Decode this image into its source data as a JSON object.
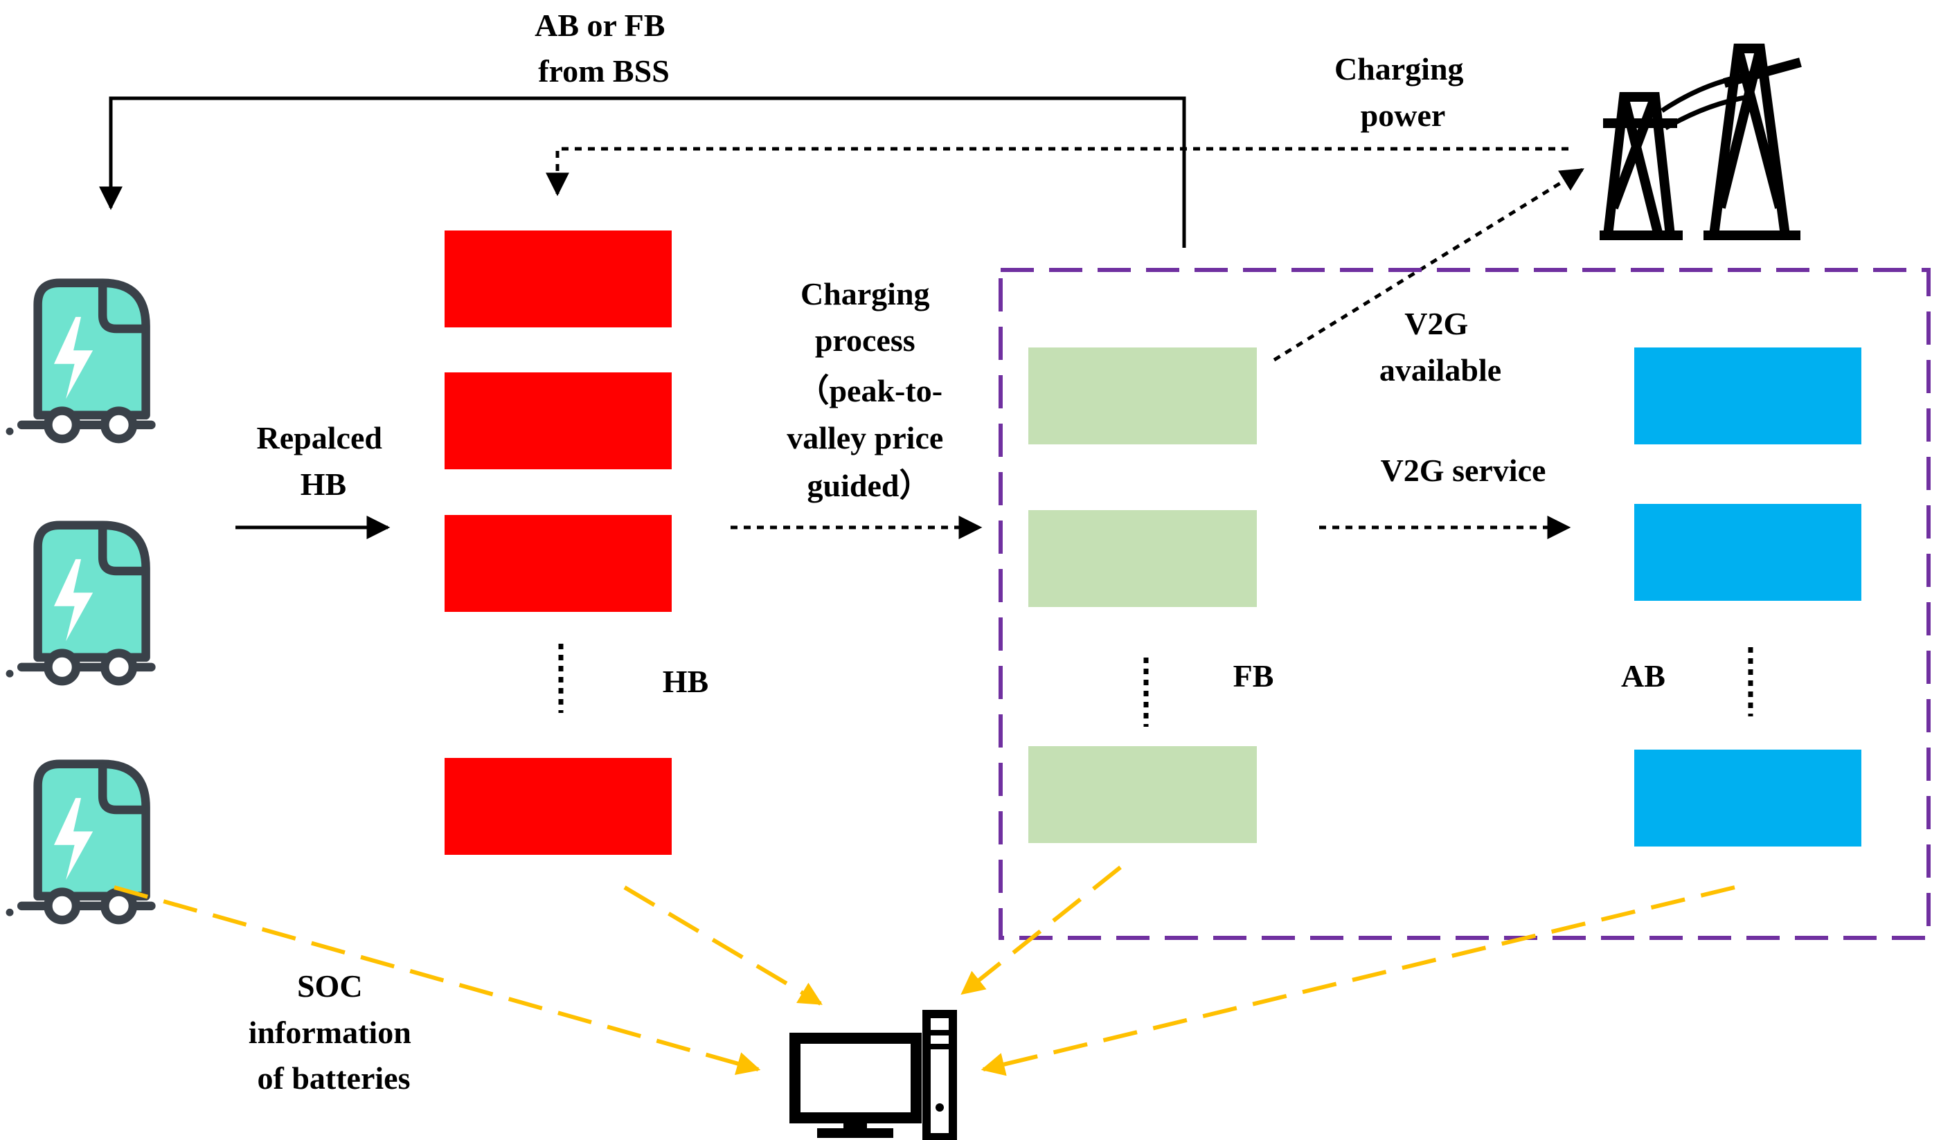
{
  "colors": {
    "hb": "#ff0000",
    "fb": "#c5e0b4",
    "ab": "#00b0f0",
    "vehicle_fill": "#6fe3cf",
    "vehicle_stroke": "#3a4149",
    "frame": "#7030a0",
    "soc_arrow": "#ffc000",
    "line": "#000000"
  },
  "labels": {
    "ab_fb_from_bss": [
      "AB or FB",
      "from BSS"
    ],
    "charging_power": [
      "Charging",
      "power"
    ],
    "replaced_hb": [
      "Repalced",
      "HB"
    ],
    "charging_process": [
      "Charging",
      "process",
      "（peak-to-",
      "valley price",
      "guided）"
    ],
    "v2g_available": [
      "V2G",
      "available"
    ],
    "v2g_service": "V2G service",
    "hb": "HB",
    "fb": "FB",
    "ab": "AB",
    "soc_information": [
      "SOC",
      "information",
      "of batteries"
    ]
  },
  "icons": {
    "vehicle": "electric-vehicle-icon",
    "grid": "power-tower-icon",
    "computer": "computer-icon"
  }
}
